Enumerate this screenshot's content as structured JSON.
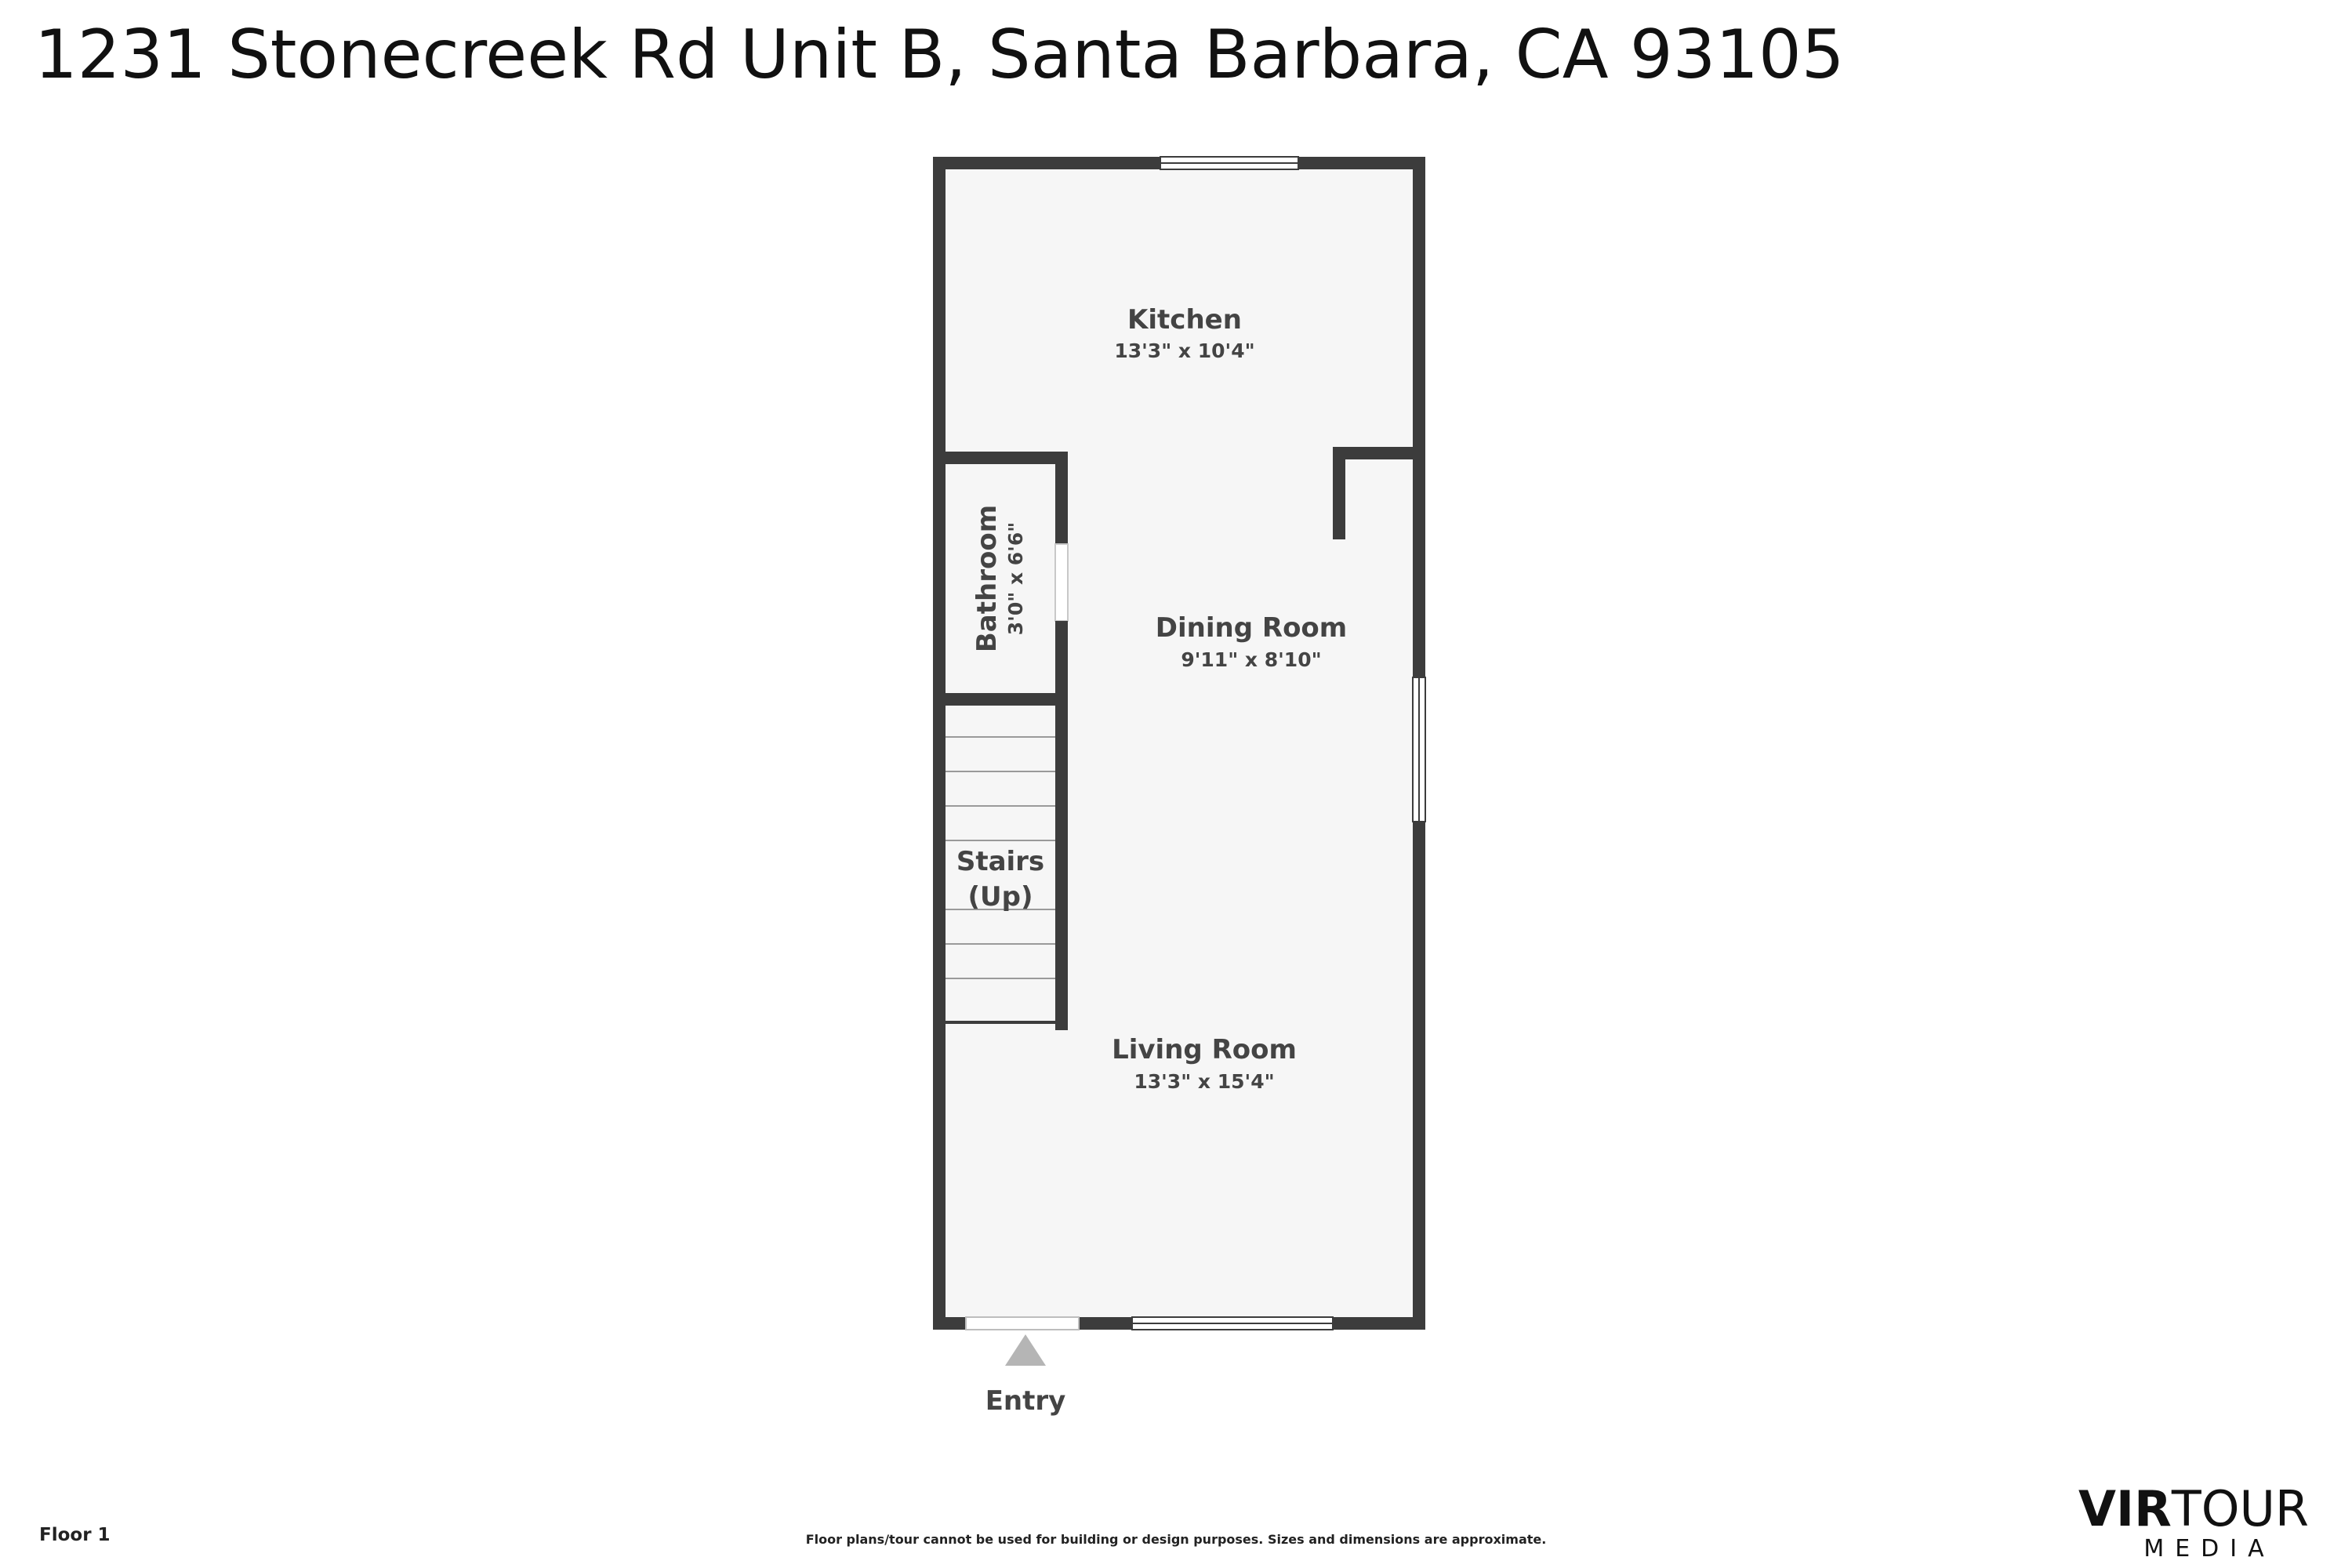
{
  "title": "1231 Stonecreek Rd Unit B, Santa Barbara, CA 93105",
  "colors": {
    "wall": "#3c3c3c",
    "floor": "#f6f6f6",
    "text": "#444444",
    "entry_arrow": "#b5b5b5"
  },
  "rooms": {
    "kitchen": {
      "name": "Kitchen",
      "dims": "13'3\" x 10'4\""
    },
    "bathroom": {
      "name": "Bathroom",
      "dims": "3'0\" x 6'6\""
    },
    "dining": {
      "name": "Dining Room",
      "dims": "9'11\" x 8'10\""
    },
    "stairs": {
      "line1": "Stairs",
      "line2": "(Up)"
    },
    "living": {
      "name": "Living Room",
      "dims": "13'3\" x 15'4\""
    }
  },
  "entry_label": "Entry",
  "floor_label": "Floor 1",
  "disclaimer": "Floor plans/tour cannot be used for building or design purposes. Sizes and dimensions are approximate.",
  "logo": {
    "brand_strong": "VIR",
    "brand_light": "TOUR",
    "sub": "MEDIA"
  }
}
